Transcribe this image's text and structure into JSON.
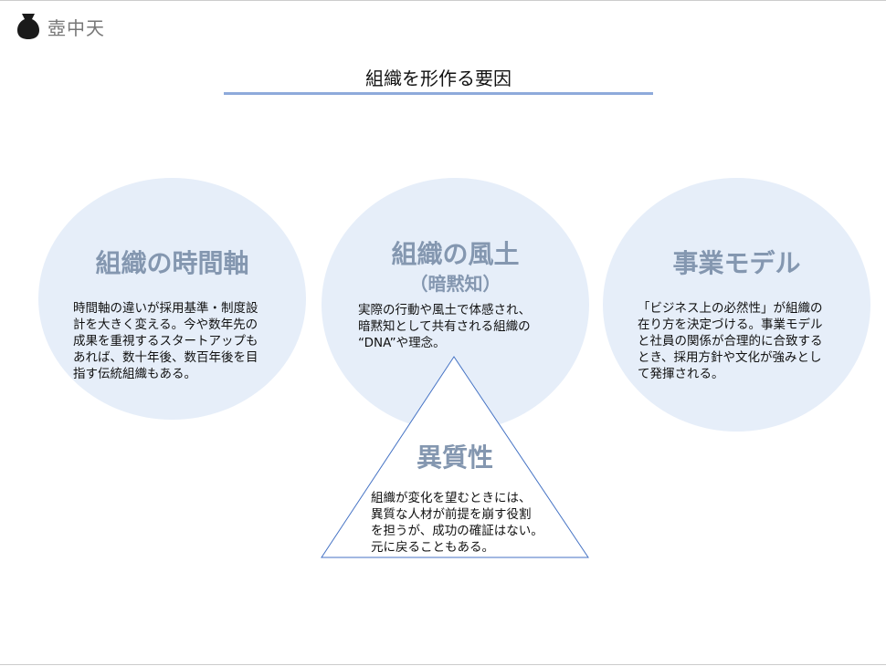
{
  "logo": {
    "text": "壺中天",
    "icon": "pot-icon"
  },
  "title": "組織を形作る要因",
  "circles": [
    {
      "heading": "組織の時間軸",
      "lines": [
        "時間軸の違いが採用基準・制度設",
        "計を大きく変える。今や数年先の",
        "成果を重視するスタートアップも",
        "あれば、数十年後、数百年後を目",
        "指す伝統組織もある。"
      ]
    },
    {
      "heading": "組織の風土",
      "subheading": "（暗黙知）",
      "lines": [
        "実際の行動や風土で体感され、",
        "暗黙知として共有される組織の",
        "“DNA”や理念。"
      ]
    },
    {
      "heading": "事業モデル",
      "lines": [
        "「ビジネス上の必然性」が組織の",
        "在り方を決定づける。事業モデル",
        "と社員の関係が合理的に合致する",
        "とき、採用方針や文化が強みとし",
        "て発揮される。"
      ]
    }
  ],
  "triangle": {
    "heading": "異質性",
    "lines": [
      "組織が変化を望むときには、",
      "異質な人材が前提を崩す役割",
      "を担うが、成功の確証はない。",
      "元に戻ることもある。"
    ]
  }
}
